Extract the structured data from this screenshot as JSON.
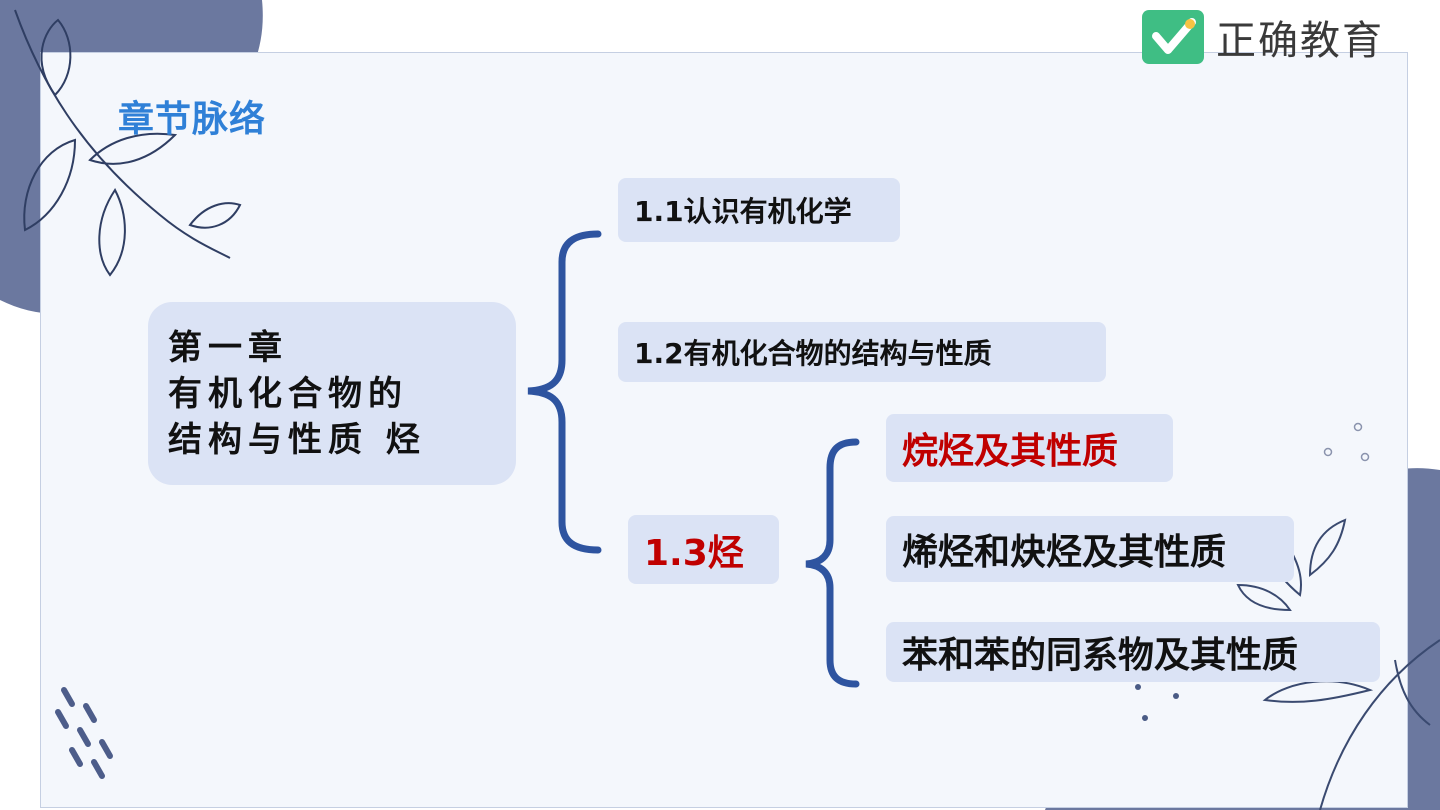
{
  "brand": {
    "name": "正确教育",
    "mark_color": "#3fbe84"
  },
  "section_title": "章节脉络",
  "chapter": {
    "line1": "第一章",
    "line2": "有机化合物的",
    "line3": "结构与性质 烃"
  },
  "sections": [
    {
      "label": "1.1认识有机化学"
    },
    {
      "label": "1.2有机化合物的结构与性质"
    },
    {
      "label": "1.3烃",
      "highlight": true
    }
  ],
  "subsections": [
    {
      "label": "烷烃及其性质",
      "highlight": true
    },
    {
      "label": "烯烃和炔烃及其性质"
    },
    {
      "label": "苯和苯的同系物及其性质"
    }
  ],
  "colors": {
    "title": "#2f80d7",
    "highlight": "#c00000",
    "box": "#dbe3f5",
    "bracket": "#2e54a0",
    "blob": "#6b789f"
  }
}
